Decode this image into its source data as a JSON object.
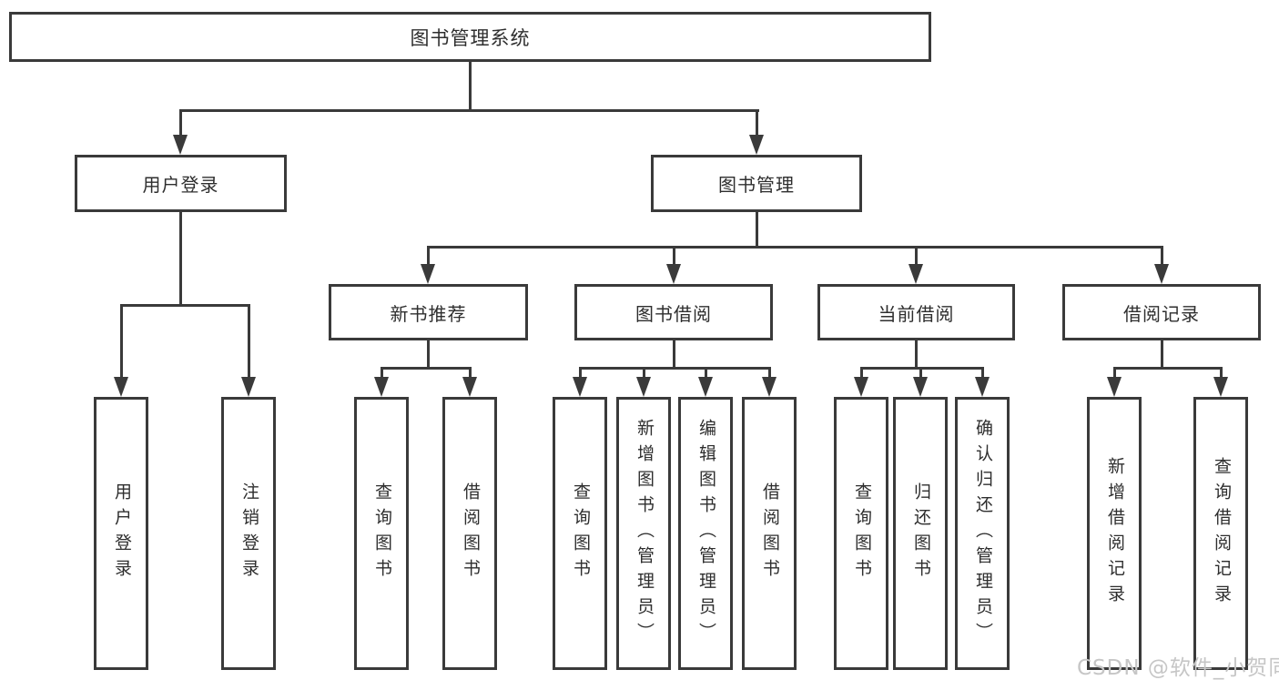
{
  "colors": {
    "line": "#3a3a3a",
    "box_border": "#3a3a3a",
    "box_fill": "#ffffff",
    "text": "#2e2e2e",
    "watermark": "#c6c6c6",
    "background": "#ffffff"
  },
  "watermark": {
    "text": "CSDN @软件_小贺同学"
  },
  "diagram": {
    "type": "hierarchy-tree",
    "root": {
      "label": "图书管理系统",
      "children": [
        {
          "label": "用户登录",
          "children": [
            {
              "label": "用户登录"
            },
            {
              "label": "注销登录"
            }
          ]
        },
        {
          "label": "图书管理",
          "children": [
            {
              "label": "新书推荐",
              "children": [
                {
                  "label": "查询图书"
                },
                {
                  "label": "借阅图书"
                }
              ]
            },
            {
              "label": "图书借阅",
              "children": [
                {
                  "label": "查询图书"
                },
                {
                  "label": "新增图书（管理员）"
                },
                {
                  "label": "编辑图书（管理员）"
                },
                {
                  "label": "借阅图书"
                }
              ]
            },
            {
              "label": "当前借阅",
              "children": [
                {
                  "label": "查询图书"
                },
                {
                  "label": "归还图书"
                },
                {
                  "label": "确认归还（管理员）"
                }
              ]
            },
            {
              "label": "借阅记录",
              "children": [
                {
                  "label": "新增借阅记录"
                },
                {
                  "label": "查询借阅记录"
                }
              ]
            }
          ]
        }
      ]
    }
  }
}
